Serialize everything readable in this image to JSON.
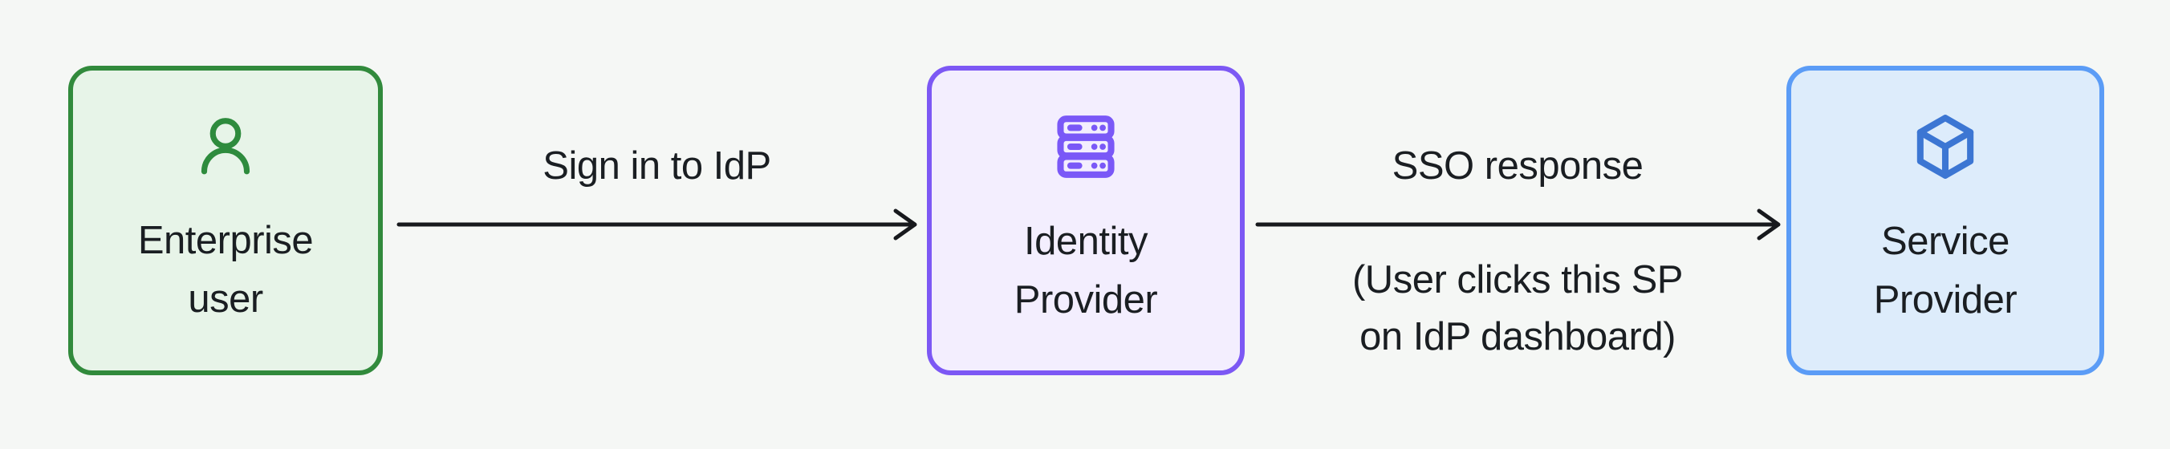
{
  "diagram": {
    "background_color": "#f5f7f5",
    "text_color": "#1a1e22",
    "arrow_color": "#17191d",
    "nodes": [
      {
        "id": "enterprise-user",
        "label_lines": [
          "Enterprise",
          "user"
        ],
        "icon": "user-icon",
        "border_color": "#318a3c",
        "fill_color": "#e7f4e8",
        "icon_color": "#2e8b3d"
      },
      {
        "id": "identity-provider",
        "label_lines": [
          "Identity",
          "Provider"
        ],
        "icon": "server-icon",
        "border_color": "#7c58f4",
        "fill_color": "#f3eefe",
        "icon_color": "#7a58f7"
      },
      {
        "id": "service-provider",
        "label_lines": [
          "Service",
          "Provider"
        ],
        "icon": "box-icon",
        "border_color": "#5b9cf6",
        "fill_color": "#ddecfb",
        "icon_color": "#3c76d3"
      }
    ],
    "edges": [
      {
        "from": "enterprise-user",
        "to": "identity-provider",
        "label": "Sign in to IdP",
        "sublabel_lines": []
      },
      {
        "from": "identity-provider",
        "to": "service-provider",
        "label": "SSO response",
        "sublabel_lines": [
          "(User clicks this SP",
          "on IdP dashboard)"
        ]
      }
    ]
  }
}
